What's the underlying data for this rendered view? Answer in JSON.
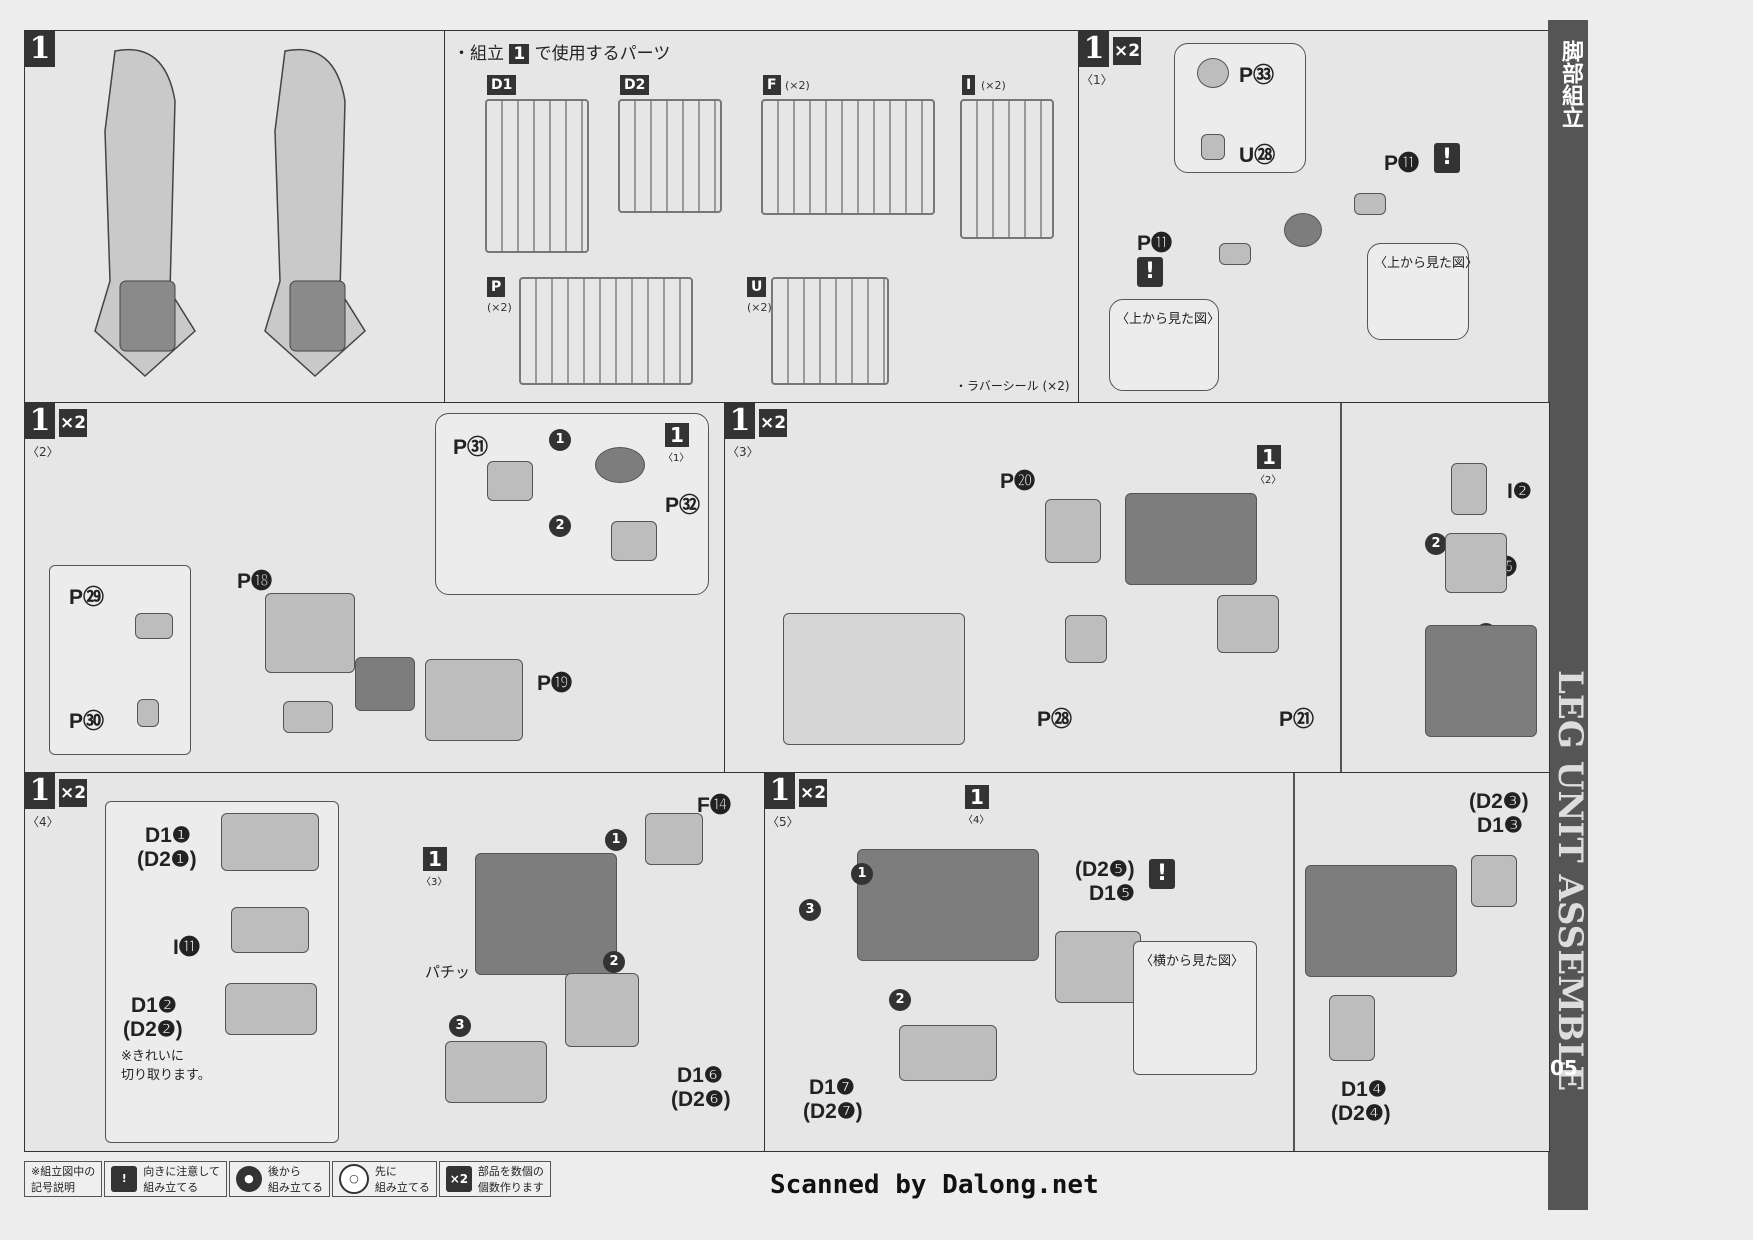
{
  "sidebar": {
    "title_ja": "脚部組立",
    "title_en": "LEG UNIT ASSEMBLE",
    "page_number": "05"
  },
  "step1": {
    "num": "1",
    "parts_heading": "・組立",
    "parts_heading_num": "1",
    "parts_heading_suffix": "で使用するパーツ",
    "runners": [
      {
        "label": "D1",
        "count": ""
      },
      {
        "label": "D2",
        "count": ""
      },
      {
        "label": "F",
        "count": "(×2)"
      },
      {
        "label": "I",
        "count": "(×2)"
      },
      {
        "label": "P",
        "count": "(×2)"
      },
      {
        "label": "U",
        "count": "(×2)"
      }
    ],
    "rubber_seal": "・ラバーシール (×2)"
  },
  "panel_1_1": {
    "num": "1",
    "sub": "〈1〉",
    "mult": "×2",
    "labels": [
      "P㉝",
      "U㉘",
      "P⓫",
      "P⓫"
    ],
    "view_top": "〈上から見た図〉"
  },
  "panel_1_2": {
    "num": "1",
    "sub": "〈2〉",
    "mult": "×2",
    "labels": [
      "P㉛",
      "P㉜",
      "P㉙",
      "P㉚",
      "P⓲",
      "P⓳"
    ],
    "ref_num": "1",
    "ref_sub": "〈1〉",
    "steps": [
      "1",
      "2"
    ]
  },
  "panel_1_3": {
    "num": "1",
    "sub": "〈3〉",
    "mult": "×2",
    "labels": [
      "P⓴",
      "P㉘",
      "P㉑",
      "I❷",
      "F⓯"
    ],
    "ref_num": "1",
    "ref_sub": "〈2〉",
    "steps": [
      "1",
      "2"
    ]
  },
  "panel_1_4": {
    "num": "1",
    "sub": "〈4〉",
    "mult": "×2",
    "labels": [
      "D1❶",
      "(D2❶)",
      "I⓫",
      "D1❷",
      "(D2❷)",
      "F⓮",
      "D1❻",
      "(D2❻)"
    ],
    "note": "※きれいに\n切り取ります。",
    "ref_num": "1",
    "ref_sub": "〈3〉",
    "snap": "パチッ",
    "steps": [
      "1",
      "2",
      "3"
    ]
  },
  "panel_1_5": {
    "num": "1",
    "sub": "〈5〉",
    "mult": "×2",
    "labels": [
      "(D2❺)",
      "D1❺",
      "D1❼",
      "(D2❼)",
      "(D2❸)",
      "D1❸",
      "D1❹",
      "(D2❹)"
    ],
    "view_side": "〈横から見た図〉",
    "ref_num": "1",
    "ref_sub": "〈4〉",
    "steps": [
      "1",
      "2",
      "3"
    ]
  },
  "legend": {
    "title": "※組立図中の\n記号説明",
    "items": [
      {
        "icon": "!",
        "text": "向きに注意して\n組み立てる"
      },
      {
        "icon": "●",
        "text": "後から\n組み立てる"
      },
      {
        "icon": "○",
        "text": "先に\n組み立てる"
      },
      {
        "icon": "×2",
        "text": "部品を数個の\n個数作ります"
      }
    ]
  },
  "watermark": "Scanned by Dalong.net"
}
